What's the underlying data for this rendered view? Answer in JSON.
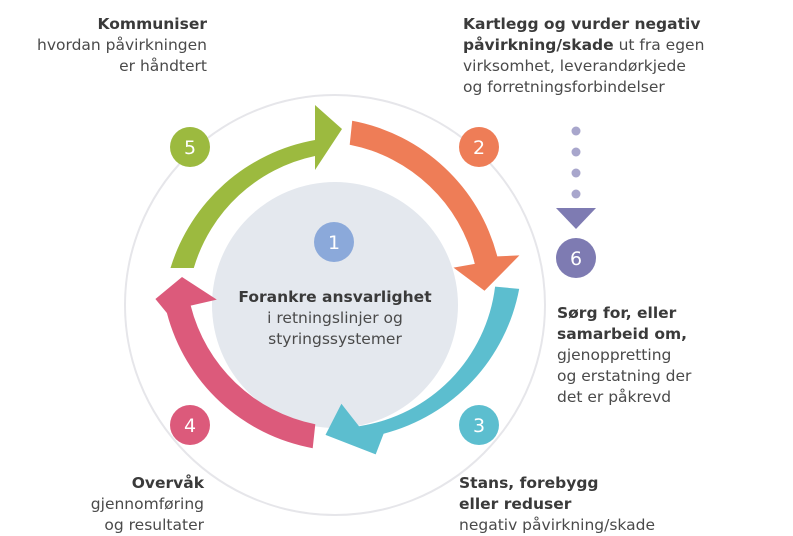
{
  "steps": {
    "s1": {
      "number": "1",
      "title": "Forankre ansvarlighet",
      "line1": "i retningslinjer og",
      "line2": "styringssystemer"
    },
    "s2": {
      "number": "2",
      "title_line1": "Kartlegg og vurder negativ",
      "title_line2": "påvirkning/skade",
      "inline": " ut fra egen",
      "line1": "virksomhet, leverandørkjede",
      "line2": "og forretningsforbindelser"
    },
    "s3": {
      "number": "3",
      "title_line1": "Stans, forebygg",
      "title_line2": "eller reduser",
      "line1": "negativ påvirkning/skade"
    },
    "s4": {
      "number": "4",
      "title": "Overvåk",
      "line1": "gjennomføring",
      "line2": "og resultater"
    },
    "s5": {
      "number": "5",
      "title": "Kommuniser",
      "line1": "hvordan påvirkningen",
      "line2": "er håndtert"
    },
    "s6": {
      "number": "6",
      "title_line1": "Sørg for, eller",
      "title_line2": "samarbeid om,",
      "line1": "gjenoppretting",
      "line2": "og erstatning der",
      "line3": "det er påkrevd"
    }
  },
  "colors": {
    "green": "#9cba3f",
    "orange": "#ee7d57",
    "teal": "#5cbecf",
    "pink": "#dc5a7b",
    "blue": "#8ba9da",
    "purple": "#7e7bb2",
    "dots": "#a8a6cc",
    "center_fill": "#e4e8ee",
    "outer_ring": "#e6e6ea"
  }
}
